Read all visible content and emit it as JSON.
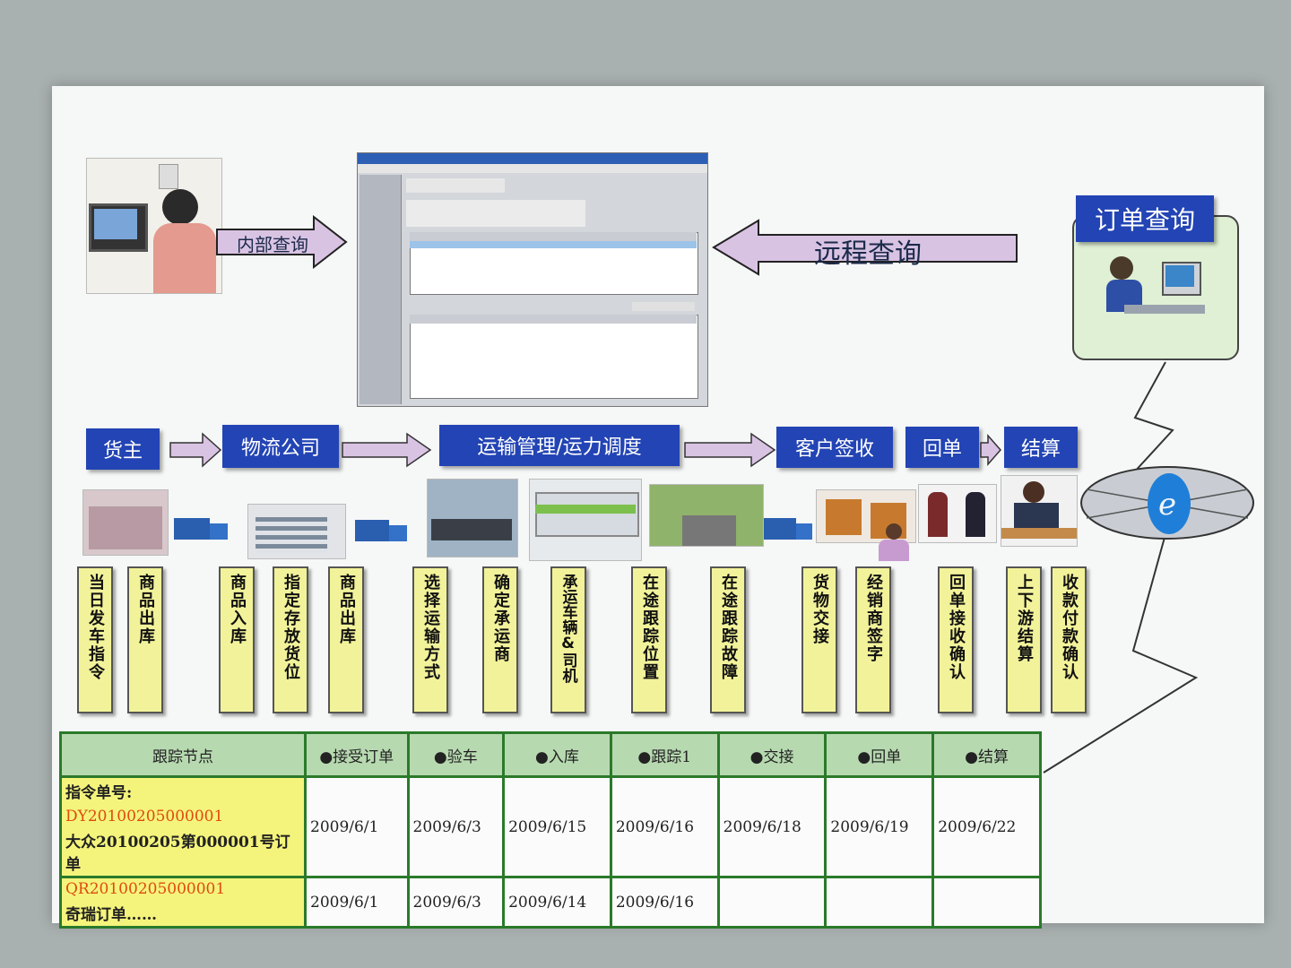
{
  "arrows": {
    "internal_query": "内部查询",
    "remote_query": "远程查询"
  },
  "order_query_title": "订单查询",
  "flow": {
    "shipper": "货主",
    "logistics": "物流公司",
    "transport": "运输管理/运力调度",
    "customer_sign": "客户签收",
    "receipt": "回单",
    "settlement": "结算"
  },
  "steps": [
    "当日发车指令",
    "商品出库",
    "商品入库",
    "指定存放货位",
    "商品出库",
    "选择运输方式",
    "确定承运商",
    "承运车辆&司机",
    "在途跟踪位置",
    "在途跟踪故障",
    "货物交接",
    "经销商签字",
    "回单接收确认",
    "上下游结算",
    "收款付款确认"
  ],
  "table": {
    "headers": [
      "跟踪节点",
      "●接受订单",
      "●验车",
      "●入库",
      "●跟踪1",
      "●交接",
      "●回单",
      "●结算"
    ],
    "rows": [
      {
        "label": "指令单号:",
        "code": "DY20100205000001",
        "desc": "大众20100205第000001号订单",
        "dates": [
          "2009/6/1",
          "2009/6/3",
          "2009/6/15",
          "2009/6/16",
          "2009/6/18",
          "2009/6/19",
          "2009/6/22"
        ]
      },
      {
        "code": "QR20100205000001",
        "desc": "奇瑞订单……",
        "dates": [
          "2009/6/1",
          "2009/6/3",
          "2009/6/14",
          "2009/6/16",
          "",
          "",
          ""
        ]
      }
    ]
  },
  "colors": {
    "box_blue": "#2344b4",
    "arrow_fill": "#d9c3e3",
    "yellow": "#f2f29a",
    "table_green": "#2a7a2a"
  }
}
